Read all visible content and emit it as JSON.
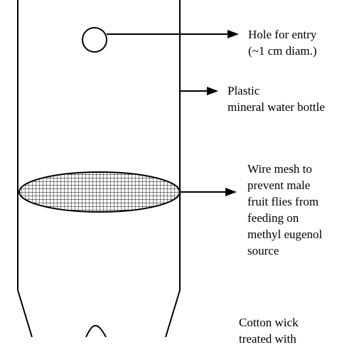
{
  "labels": {
    "entry_hole": [
      "Hole for entry",
      "(~1 cm diam.)"
    ],
    "bottle": [
      "Plastic",
      "mineral water bottle"
    ],
    "mesh": [
      "Wire mesh to",
      "prevent male",
      "fruit flies from",
      "feeding on",
      "methyl eugenol",
      "source"
    ],
    "wick": [
      "Cotton wick",
      "treated with"
    ]
  },
  "colors": {
    "ink": "#000000",
    "paper": "#ffffff"
  }
}
